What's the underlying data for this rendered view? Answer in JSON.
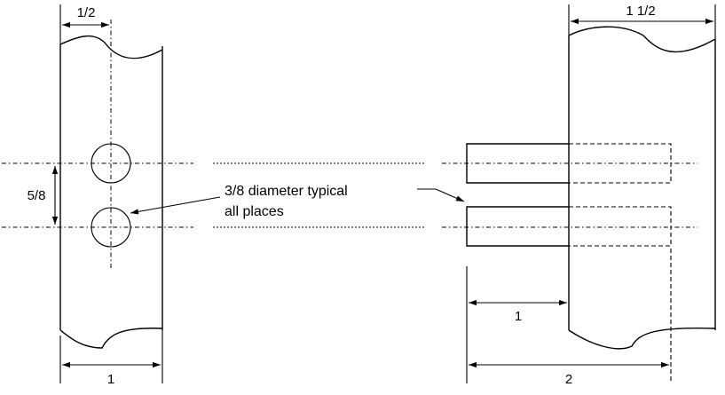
{
  "dimensions": {
    "left_top_width": "1/2",
    "left_hole_spacing": "5/8",
    "left_bottom_width": "1",
    "right_top_width": "1 1/2",
    "right_inner_offset": "1",
    "right_total_length": "2"
  },
  "note": {
    "line1": "3/8 diameter typical",
    "line2": "all places"
  },
  "colors": {
    "line": "#000000",
    "background": "#ffffff"
  }
}
